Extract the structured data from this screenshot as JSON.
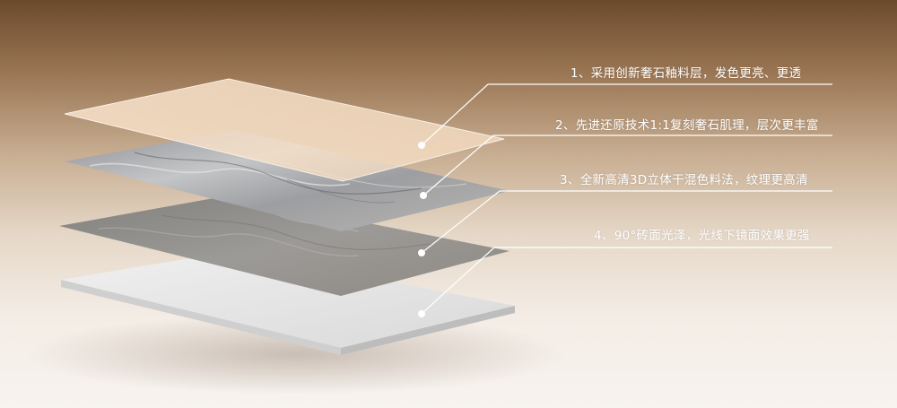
{
  "layers": [
    {
      "number": "1",
      "text": "1、采用创新奢石釉料层，发色更亮、更透"
    },
    {
      "number": "2",
      "text": "2、先进还原技术1:1复刻奢石肌理，层次更丰富"
    },
    {
      "number": "3",
      "text": "3、全新高清3D立体干混色料法，纹理更高清"
    },
    {
      "number": "4",
      "text": "4、90°砖面光泽，光线下镜面效果更强"
    }
  ],
  "colors": {
    "background_top": "#6b4a2c",
    "background_bottom": "#f7f3ef",
    "label_text": "#ffffff",
    "leader_line": "#ffffff",
    "glaze_layer": "#f3dcc4",
    "marble_layer": "#a9a8a6",
    "texture_layer": "#8f8d8a",
    "base_layer": "#e4e4e4"
  }
}
